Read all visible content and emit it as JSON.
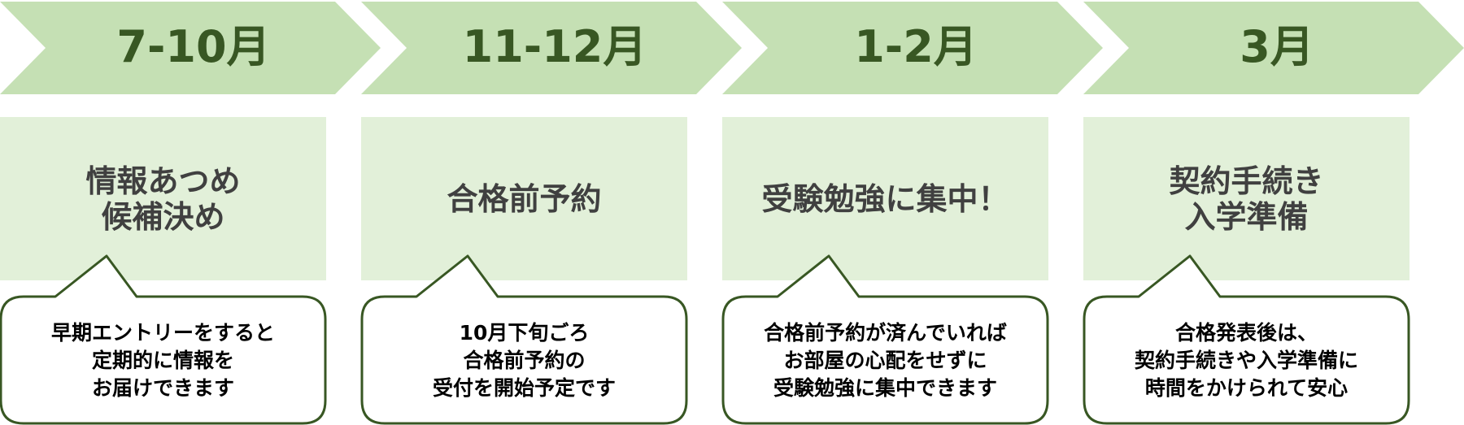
{
  "colors": {
    "arrow_fill": "#c5e0b4",
    "arrow_text": "#385723",
    "box_fill": "#e2f0d9",
    "box_text": "#404040",
    "bubble_border": "#385723",
    "bubble_fill": "#ffffff",
    "bubble_text": "#000000"
  },
  "steps": [
    {
      "period": "7-10月",
      "task_lines": [
        "情報あつめ",
        "候補決め"
      ],
      "note_lines": [
        "早期エントリーをすると",
        "定期的に情報を",
        "お届けできます"
      ]
    },
    {
      "period": "11-12月",
      "task_lines": [
        "合格前予約"
      ],
      "note_lines": [
        "10月下旬ごろ",
        "合格前予約の",
        "受付を開始予定です"
      ]
    },
    {
      "period": "1-2月",
      "task_lines": [
        "受験勉強に集中！"
      ],
      "note_lines": [
        "合格前予約が済んでいれば",
        "お部屋の心配をせずに",
        "受験勉強に集中できます"
      ]
    },
    {
      "period": "3月",
      "task_lines": [
        "契約手続き",
        "入学準備"
      ],
      "note_lines": [
        "合格発表後は、",
        "契約手続きや入学準備に",
        "時間をかけられて安心"
      ]
    }
  ]
}
